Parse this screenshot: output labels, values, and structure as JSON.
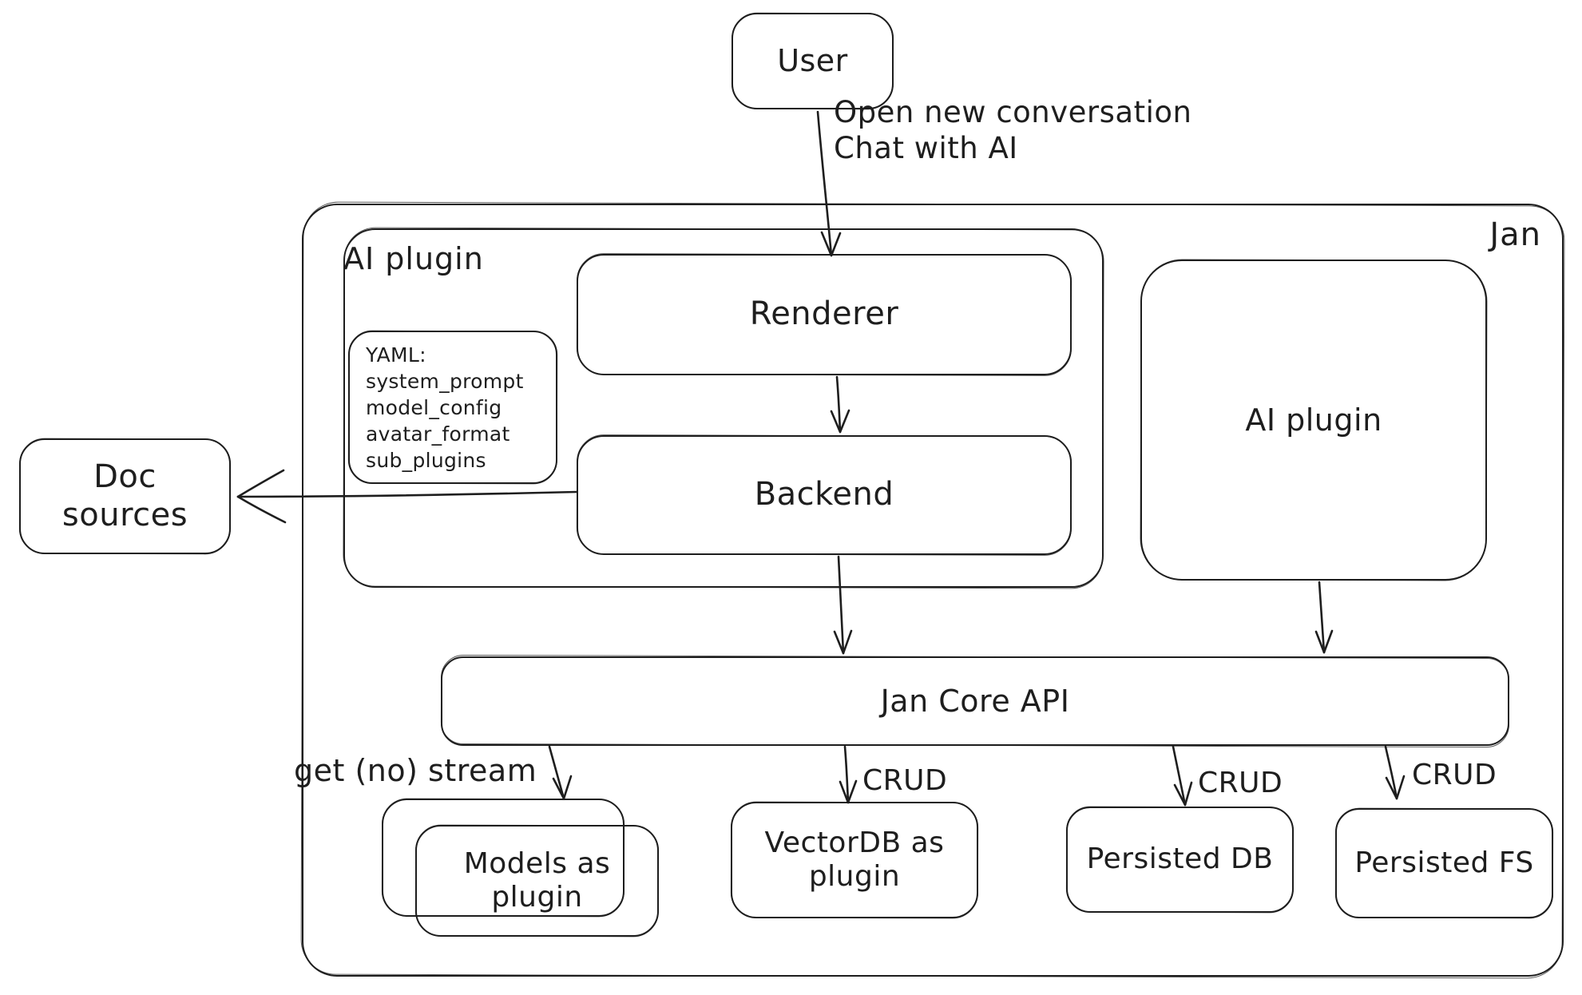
{
  "canvas": {
    "background": "#ffffff",
    "stroke_color": "#1e1e1e"
  },
  "nodes": {
    "user": {
      "label": "User"
    },
    "jan_container": {
      "label": "Jan"
    },
    "ai_plugin_left": {
      "label": "AI plugin"
    },
    "yaml_note": {
      "lines": [
        "YAML:",
        "system_prompt",
        "model_config",
        "avatar_format",
        "sub_plugins"
      ]
    },
    "renderer": {
      "label": "Renderer"
    },
    "backend": {
      "label": "Backend"
    },
    "doc_sources": {
      "label": "Doc sources"
    },
    "ai_plugin_right": {
      "label": "AI plugin"
    },
    "jan_core_api": {
      "label": "Jan Core API"
    },
    "models_plugin": {
      "label": "Models as plugin"
    },
    "vectordb_plugin": {
      "label": "VectorDB as plugin"
    },
    "persisted_db": {
      "label": "Persisted DB"
    },
    "persisted_fs": {
      "label": "Persisted FS"
    }
  },
  "edge_labels": {
    "user_flow_line1": "Open new conversation",
    "user_flow_line2": "Chat with AI",
    "get_stream": "get (no) stream",
    "crud_vectordb": "CRUD",
    "crud_persisted_db": "CRUD",
    "crud_persisted_fs": "CRUD"
  }
}
